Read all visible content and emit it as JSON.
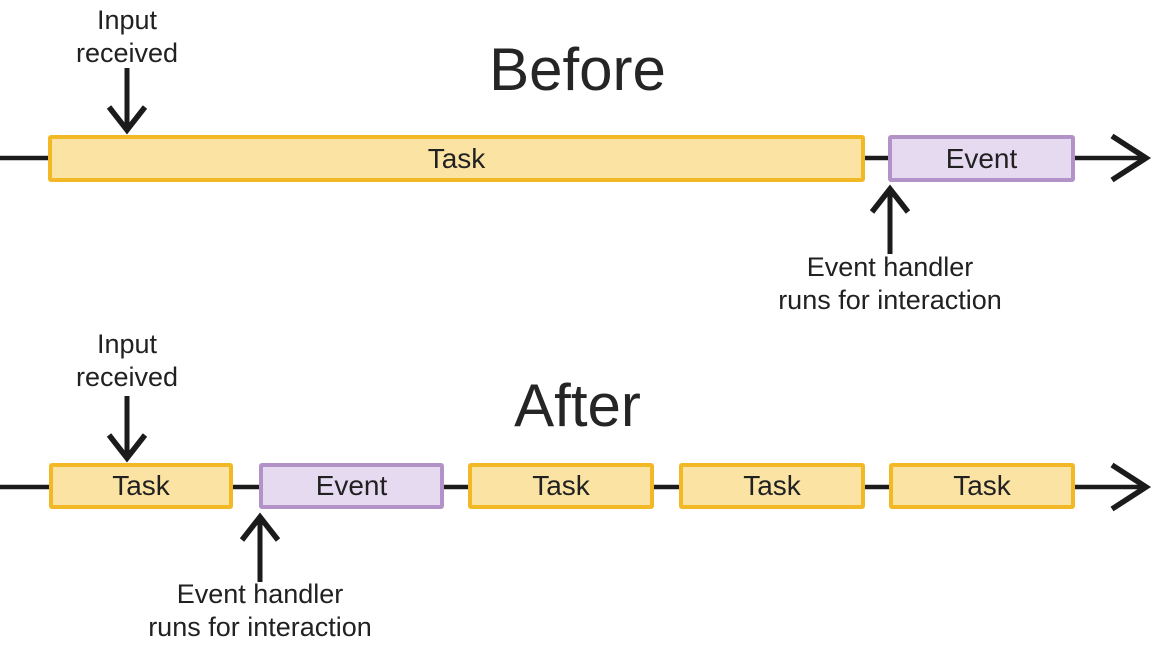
{
  "colors": {
    "task-fill": "#FBE3A3",
    "task-border": "#F2B826",
    "event-fill": "#E6DAF0",
    "event-border": "#B392C8",
    "line": "#1B1B1B",
    "text": "#212121"
  },
  "before": {
    "title": "Before",
    "input_label": "Input\nreceived",
    "handler_label": "Event handler\nruns for interaction",
    "segments": [
      {
        "type": "task",
        "label": "Task"
      },
      {
        "type": "event",
        "label": "Event"
      }
    ]
  },
  "after": {
    "title": "After",
    "input_label": "Input\nreceived",
    "handler_label": "Event handler\nruns for interaction",
    "segments": [
      {
        "type": "task",
        "label": "Task"
      },
      {
        "type": "event",
        "label": "Event"
      },
      {
        "type": "task",
        "label": "Task"
      },
      {
        "type": "task",
        "label": "Task"
      },
      {
        "type": "task",
        "label": "Task"
      }
    ]
  }
}
